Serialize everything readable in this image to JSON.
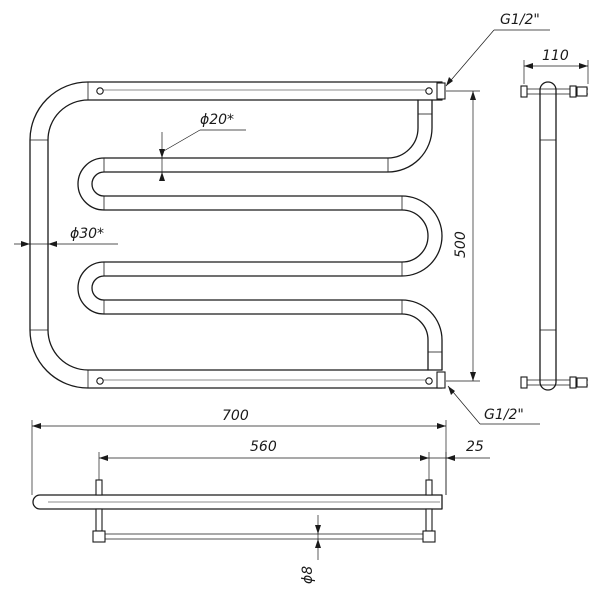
{
  "drawing": {
    "dimensions": {
      "thread_top": "G1/2\"",
      "thread_bottom": "G1/2\"",
      "depth": "110",
      "diameter_inner": "ϕ20*",
      "diameter_outer": "ϕ30*",
      "height": "500",
      "width_total": "700",
      "width_center": "560",
      "offset": "25",
      "bracket_diameter": "ϕ8"
    }
  }
}
